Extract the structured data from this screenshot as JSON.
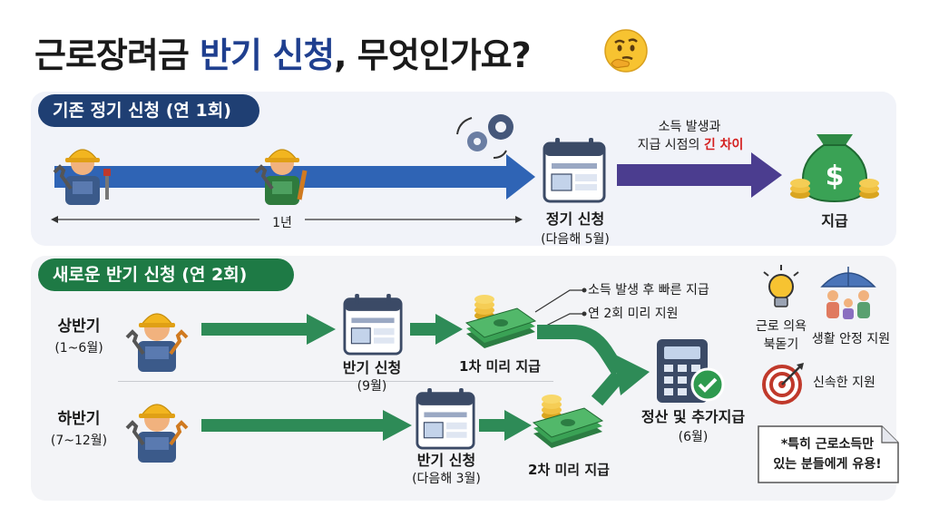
{
  "title": {
    "main": "근로장려금",
    "highlight": "반기 신청",
    "rest": ", 무엇인가요?"
  },
  "icons": {
    "thinking": "thinking-face-icon",
    "worker": "worker-icon",
    "gears": "gears-icon",
    "calendar": "calendar-form-icon",
    "money_bag": "money-bag-icon",
    "cash": "cash-stack-icon",
    "bulb": "lightbulb-icon",
    "family": "family-umbrella-icon",
    "target": "target-icon",
    "calculator": "calculator-check-icon"
  },
  "colors": {
    "navy": "#1f3f73",
    "green": "#1e7a45",
    "blue_arrow": "#2f64b5",
    "purple_arrow": "#4b3d8f",
    "red": "#d42020"
  },
  "section1": {
    "badge": "기존 정기 신청 (연 1회)",
    "year_label": "1년",
    "apply_label": "정기 신청",
    "apply_sub": "(다음해 5월)",
    "gap_line1": "소득 발생과",
    "gap_line2_prefix": "지급 시점의 ",
    "gap_line2_highlight": "긴 차이",
    "pay_label": "지급"
  },
  "section2": {
    "badge": "새로운 반기 신청 (연 2회)",
    "first_half": "상반기",
    "first_half_sub": "(1~6월)",
    "second_half": "하반기",
    "second_half_sub": "(7~12월)",
    "apply1": "반기 신청",
    "apply1_sub": "(9월)",
    "apply2": "반기 신청",
    "apply2_sub": "(다음해 3월)",
    "pay1": "1차 미리 지급",
    "pay2": "2차 미리 지급",
    "note1": "소득 발생 후 빠른 지급",
    "note2": "연 2회 미리 지원",
    "settle": "정산 및 추가지급",
    "settle_sub": "(6월)",
    "benefit1_line1": "근로 의욕",
    "benefit1_line2": "북돋기",
    "benefit2": "생활 안정 지원",
    "benefit3": "신속한 지원",
    "tip_line1": "*특히 근로소득만",
    "tip_line2": "있는 분들에게 유용!"
  }
}
